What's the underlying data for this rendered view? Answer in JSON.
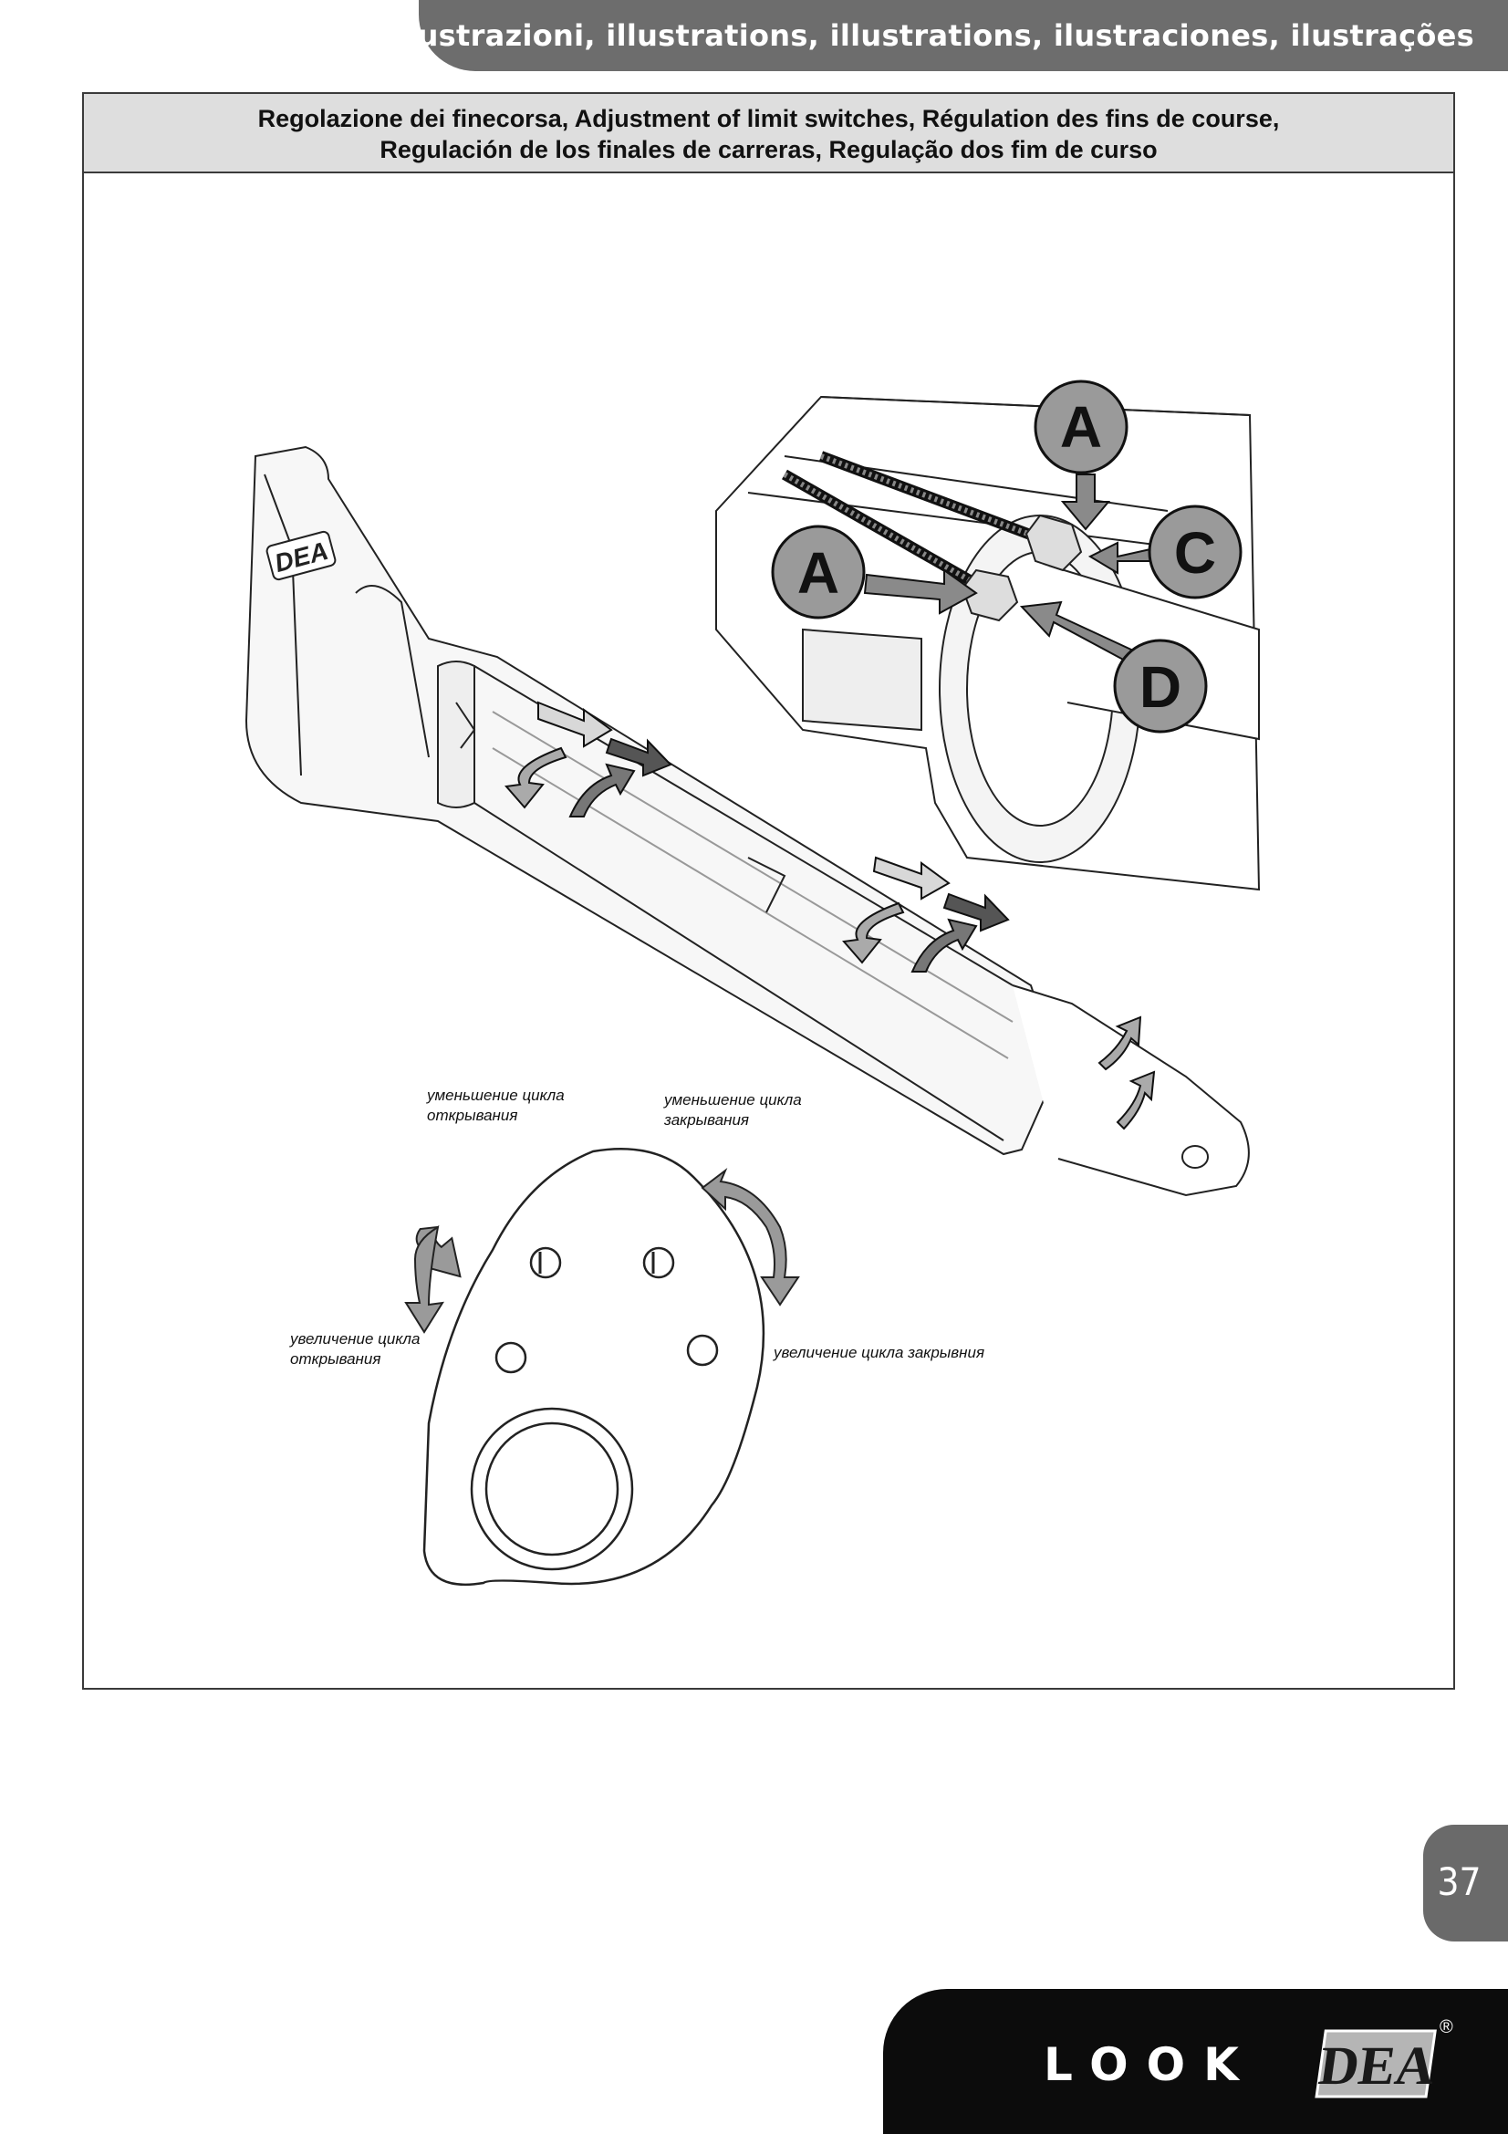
{
  "header": {
    "title": "illustrazioni, illustrations, illustrations, ilustraciones, ilustrações"
  },
  "section": {
    "title_line1": "Regolazione dei finecorsa, Adjustment of limit switches, Régulation des fins de course,",
    "title_line2": "Regulación de los finales de carreras, Regulação dos fim de curso"
  },
  "callouts": {
    "a1": "A",
    "a2": "A",
    "c": "C",
    "d": "D"
  },
  "russian_labels": {
    "decrease_opening_line1": "уменьшение цикла",
    "decrease_opening_line2": "открывания",
    "decrease_closing_line1": "уменьшение цикла",
    "decrease_closing_line2": "закрывания",
    "increase_opening_line1": "увеличение цикла",
    "increase_opening_line2": "открывания",
    "increase_closing": "увеличение цикла закрывния"
  },
  "page_number": "37",
  "footer": {
    "product": "LOOK",
    "brand": "DEA",
    "registered": "®"
  }
}
